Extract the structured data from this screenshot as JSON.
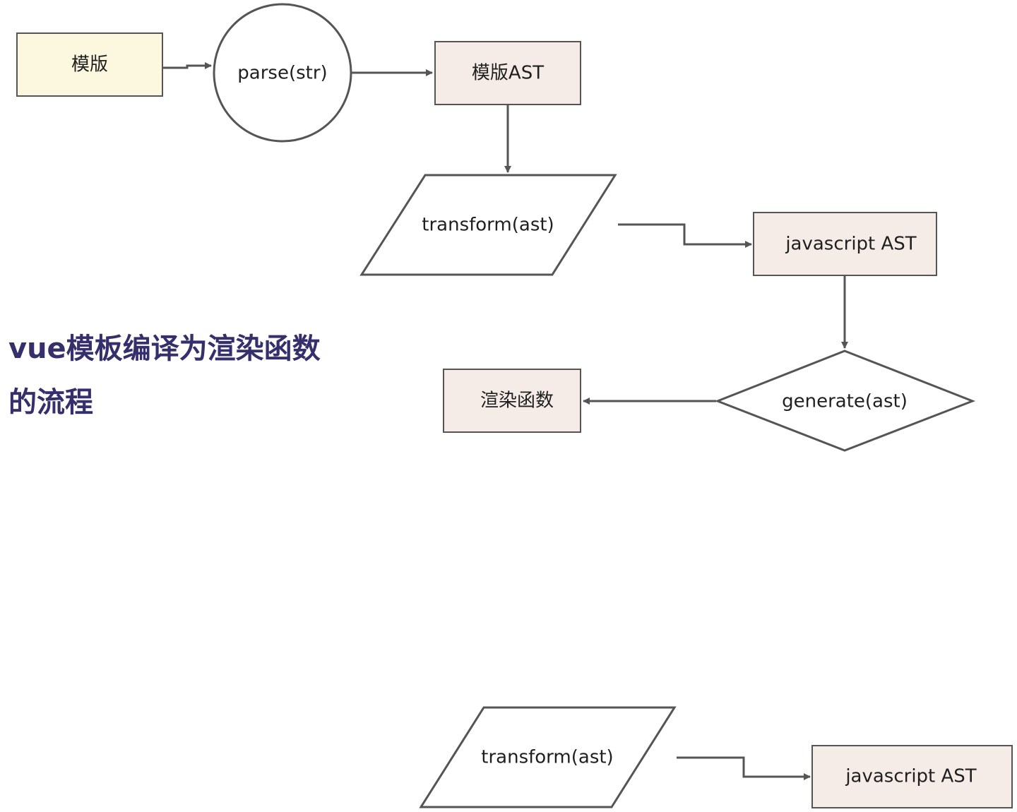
{
  "caption": {
    "line1": "vue模板编译为渲染函数",
    "line2": "的流程"
  },
  "nodes": {
    "template": "模版",
    "parse": "parse(str)",
    "template_ast": "模版AST",
    "transform": "transform(ast)",
    "js_ast": "javascript AST",
    "generate": "generate(ast)",
    "render_fn": "渲染函数",
    "transform_copy": "transform(ast)",
    "js_ast_copy": "javascript AST"
  },
  "colors": {
    "template_fill": "#fcf8e0",
    "ast_fill": "#f6ece7",
    "stroke": "#555555",
    "caption": "#352f6b"
  }
}
